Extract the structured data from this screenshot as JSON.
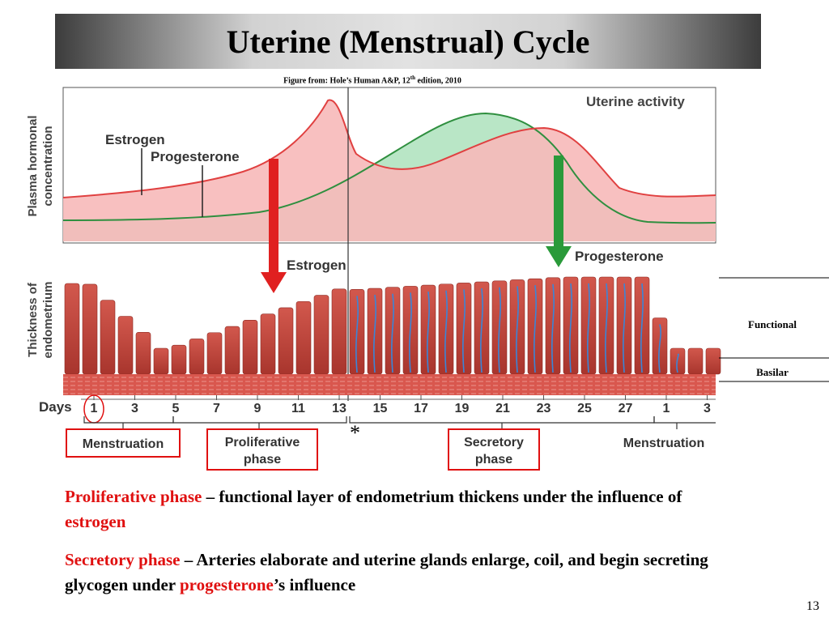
{
  "title": "Uterine (Menstrual) Cycle",
  "credit": {
    "prefix": "Figure from: Hole’s Human A&P, 12",
    "sup": "th",
    "suffix": " edition, 2010"
  },
  "diagram": {
    "y_axis_top": [
      "Plasma hormonal",
      "concentration"
    ],
    "y_axis_bottom": [
      "Thickness of",
      "endometrium"
    ],
    "uterine_activity": "Uterine activity",
    "estrogen_label": "Estrogen",
    "progesterone_label": "Progesterone",
    "estrogen_arrow": "Estrogen",
    "progesterone_arrow": "Progesterone",
    "days_label": "Days",
    "days": [
      "1",
      "3",
      "5",
      "7",
      "9",
      "11",
      "13",
      "15",
      "17",
      "19",
      "21",
      "23",
      "25",
      "27",
      "1",
      "3"
    ],
    "phases": {
      "menstruation1": "Menstruation",
      "proliferative": [
        "Proliferative",
        "phase"
      ],
      "secretory": [
        "Secretory",
        "phase"
      ],
      "menstruation2": "Menstruation"
    },
    "asterisk": "*",
    "colors": {
      "estrogen": "#f7b9b9",
      "estrogen_line": "#e04040",
      "progesterone": "#b9e6c6",
      "progesterone_line": "#2f8f3f",
      "tissue": "#c2433a",
      "vessel": "#3a86d8",
      "box_red": "#e01010"
    }
  },
  "side_labels": {
    "functional": "Functional",
    "basilar": "Basilar"
  },
  "paragraphs": {
    "p1": {
      "term": "Proliferative phase",
      "text1": " – functional layer of endometrium thickens under the influence of ",
      "hormone": "estrogen"
    },
    "p2": {
      "term": "Secretory phase",
      "text1": " – Arteries elaborate and uterine glands enlarge, coil, and begin secreting glycogen under ",
      "hormone": "progesterone",
      "text2": "’s influence"
    }
  },
  "page_number": "13"
}
